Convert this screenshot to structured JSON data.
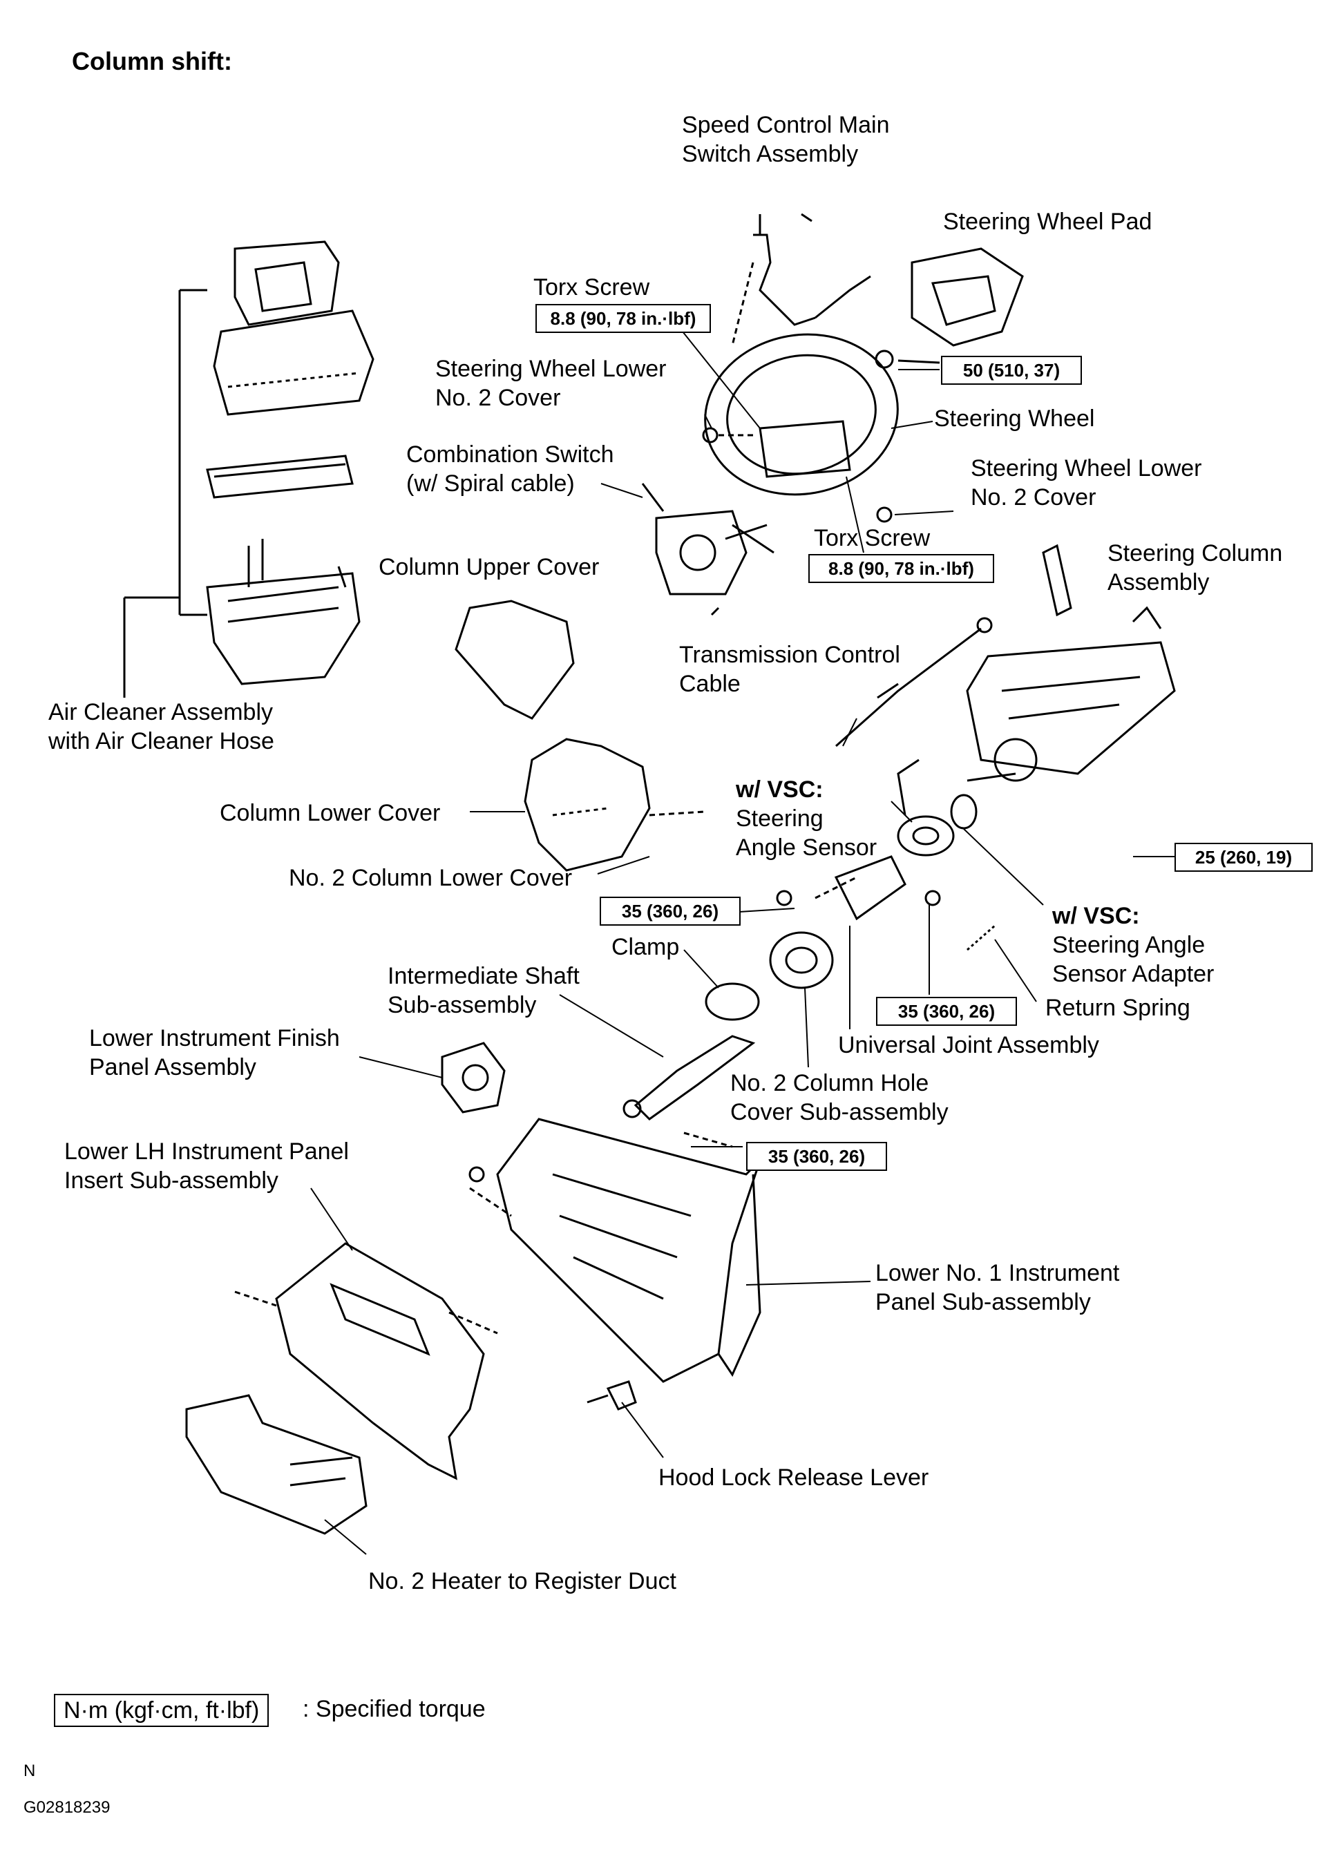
{
  "title": "Column shift:",
  "labels": {
    "speed_control": [
      "Speed  Control  Main",
      "Switch Assembly"
    ],
    "steering_wheel_pad": "Steering Wheel Pad",
    "torx_screw_upper": "Torx Screw",
    "steering_wheel_lower_cover_left": [
      "Steering Wheel Lower",
      "No. 2 Cover"
    ],
    "steering_wheel": "Steering Wheel",
    "combination_switch": [
      "Combination Switch",
      "(w/ Spiral cable)"
    ],
    "steering_wheel_lower_cover_right": [
      "Steering Wheel Lower",
      "No. 2 Cover"
    ],
    "torx_screw_lower": "Torx Screw",
    "column_upper_cover": "Column Upper Cover",
    "steering_column": [
      "Steering Column",
      "Assembly"
    ],
    "transmission_cable": [
      "Transmission  Control",
      "Cable"
    ],
    "air_cleaner": [
      "Air Cleaner Assembly",
      "with Air Cleaner Hose"
    ],
    "column_lower_cover": "Column Lower Cover",
    "vsc_sensor_prefix": "w/ VSC:",
    "vsc_sensor": [
      "Steering",
      "Angle Sensor"
    ],
    "no2_column_lower_cover": "No. 2 Column Lower Cover",
    "vsc_adapter_prefix": "w/ VSC:",
    "vsc_adapter": [
      "Steering Angle",
      "Sensor Adapter"
    ],
    "clamp": "Clamp",
    "intermediate_shaft": [
      "Intermediate  Shaft",
      "Sub-assembly"
    ],
    "return_spring": "Return Spring",
    "universal_joint": "Universal Joint Assembly",
    "lower_finish_panel": [
      "Lower Instrument Finish",
      "Panel Assembly"
    ],
    "column_hole_cover": [
      "No. 2 Column Hole",
      "Cover  Sub-assembly"
    ],
    "lower_lh_insert": [
      "Lower LH Instrument Panel",
      "Insert  Sub-assembly"
    ],
    "lower_no1_panel": [
      "Lower No. 1 Instrument",
      "Panel  Sub-assembly"
    ],
    "hood_lock": "Hood Lock Release Lever",
    "heater_duct": "No. 2 Heater to Register Duct"
  },
  "torques": {
    "torx_upper": "8.8 (90, 78 in.·lbf)",
    "wheel_nut": "50 (510, 37)",
    "torx_lower": "8.8 (90, 78 in.·lbf)",
    "column_nuts": "25 (260, 19)",
    "joint_bolt_left": "35 (360, 26)",
    "joint_bolt_right": "35 (360, 26)",
    "shaft_bolt": "35 (360, 26)"
  },
  "legend": {
    "box": "N·m (kgf·cm, ft·lbf)",
    "text": ": Specified torque"
  },
  "footer": {
    "n": "N",
    "code": "G02818239"
  }
}
